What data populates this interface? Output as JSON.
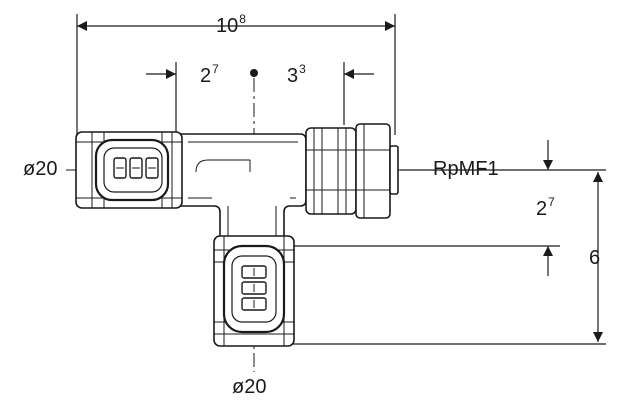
{
  "dimensions": {
    "overall_length": {
      "base": "10",
      "sup": "8"
    },
    "left_offset": {
      "base": "2",
      "sup": "7"
    },
    "right_offset": {
      "base": "3",
      "sup": "3"
    },
    "vertical_upper": {
      "base": "2",
      "sup": "7"
    },
    "vertical_total": "6"
  },
  "connections": {
    "left_diameter": "ø20",
    "bottom_diameter": "ø20",
    "thread": "RpMF1"
  },
  "colors": {
    "line": "#1a1a1a",
    "fill": "#ffffff"
  }
}
